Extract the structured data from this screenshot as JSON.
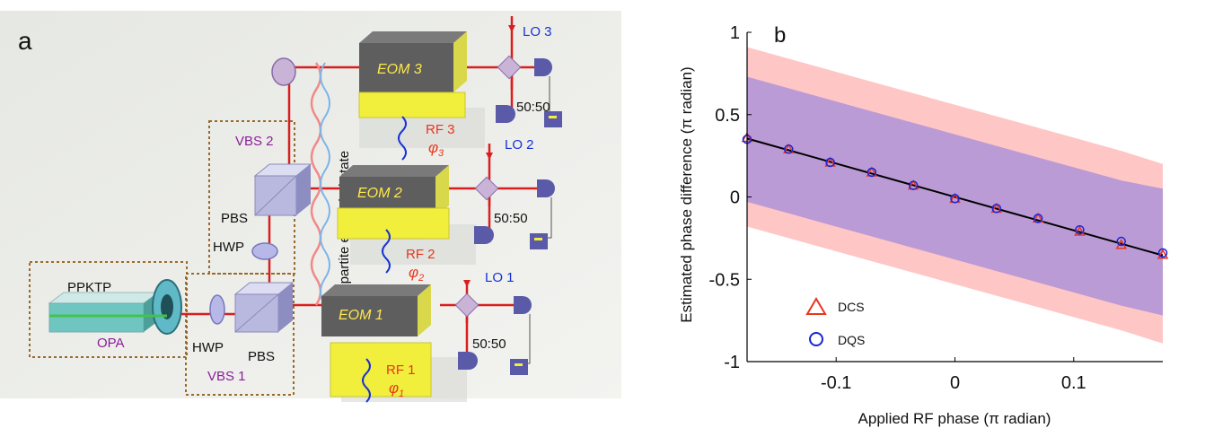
{
  "panel_a": {
    "label": "a",
    "eom_labels": [
      "EOM 1",
      "EOM 2",
      "EOM 3"
    ],
    "rf_labels": [
      "RF 1",
      "RF 2",
      "RF 3"
    ],
    "phi_labels": [
      "φ",
      "φ",
      "φ"
    ],
    "phi_subscripts": [
      "1",
      "2",
      "3"
    ],
    "lo_labels": [
      "LO 1",
      "LO 2",
      "LO 3"
    ],
    "splitter_labels": [
      "50:50",
      "50:50",
      "50:50"
    ],
    "vbs_labels": [
      "VBS 1",
      "VBS 2"
    ],
    "pbs_labels": [
      "PBS",
      "PBS"
    ],
    "hwp_labels": [
      "HWP",
      "HWP"
    ],
    "ppktp_label": "PPKTP",
    "opa_label": "OPA",
    "state_label": "Multipartite entangled state",
    "colors": {
      "beam": "#d91e1e",
      "purple": "#8c1e9a",
      "blue": "#1733d6",
      "eom_text": "#ffe94a",
      "eom_box": "#5e5e5e",
      "yellow": "#f2ee3c"
    }
  },
  "panel_b": {
    "label": "b"
  },
  "chart_data": {
    "type": "scatter",
    "xlabel": "Applied RF phase (π radian)",
    "ylabel": "Estimated phase difference (π radian)",
    "xlim": [
      -0.175,
      0.175
    ],
    "ylim": [
      -1,
      1
    ],
    "xticks": [
      -0.1,
      0,
      0.1
    ],
    "xtick_labels": [
      "-0.1",
      "0",
      "0.1"
    ],
    "yticks": [
      1,
      0.5,
      0,
      -0.5,
      -1
    ],
    "ytick_labels": [
      "1",
      "0.5",
      "0",
      "-0.5",
      "-1"
    ],
    "grid": false,
    "legend_position": "bottom-left",
    "series": [
      {
        "name": "DCS",
        "marker": "triangle",
        "color": "#e8361e",
        "x": [
          -0.175,
          -0.14,
          -0.105,
          -0.07,
          -0.035,
          0,
          0.035,
          0.07,
          0.105,
          0.14,
          0.175
        ],
        "y": [
          0.36,
          0.29,
          0.21,
          0.15,
          0.07,
          -0.01,
          -0.07,
          -0.13,
          -0.21,
          -0.29,
          -0.35
        ],
        "band_upper": [
          0.91,
          0.84,
          0.77,
          0.7,
          0.63,
          0.56,
          0.49,
          0.42,
          0.35,
          0.28,
          0.2
        ],
        "band_lower": [
          -0.18,
          -0.25,
          -0.32,
          -0.39,
          -0.46,
          -0.53,
          -0.6,
          -0.67,
          -0.74,
          -0.81,
          -0.89
        ],
        "band_color": "#ffb3b3"
      },
      {
        "name": "DQS",
        "marker": "circle",
        "color": "#1a24d6",
        "x": [
          -0.175,
          -0.14,
          -0.105,
          -0.07,
          -0.035,
          0,
          0.035,
          0.07,
          0.105,
          0.14,
          0.175
        ],
        "y": [
          0.35,
          0.29,
          0.21,
          0.15,
          0.07,
          -0.01,
          -0.07,
          -0.13,
          -0.2,
          -0.27,
          -0.34
        ],
        "band_upper": [
          0.73,
          0.66,
          0.59,
          0.52,
          0.45,
          0.38,
          0.31,
          0.24,
          0.17,
          0.1,
          0.05
        ],
        "band_lower": [
          -0.03,
          -0.1,
          -0.17,
          -0.24,
          -0.31,
          -0.38,
          -0.45,
          -0.52,
          -0.59,
          -0.66,
          -0.72
        ],
        "band_color": "#b799d6"
      }
    ],
    "fit_line": {
      "x": [
        -0.175,
        0.175
      ],
      "y": [
        0.355,
        -0.355
      ],
      "color": "#000000"
    }
  }
}
